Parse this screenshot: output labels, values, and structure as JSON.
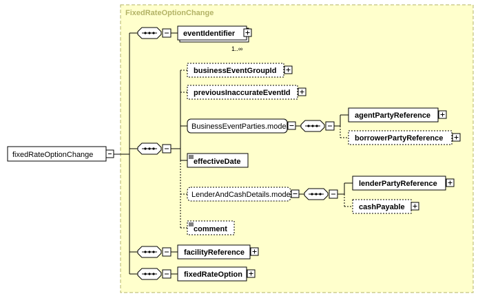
{
  "complex_type": {
    "name": "FixedRateOptionChange"
  },
  "root_element": {
    "name": "fixedRateOptionChange"
  },
  "elements": {
    "event_identifier": {
      "name": "eventIdentifier",
      "occurrence": "1..∞"
    },
    "business_event_group_id": {
      "name": "businessEventGroupId"
    },
    "previous_inaccurate_event_id": {
      "name": "previousInaccurateEventId"
    },
    "business_event_parties_model": {
      "name": "BusinessEventParties.model"
    },
    "agent_party_reference": {
      "name": "agentPartyReference"
    },
    "borrower_party_reference": {
      "name": "borrowerPartyReference"
    },
    "effective_date": {
      "name": "effectiveDate"
    },
    "lender_and_cash_details_model": {
      "name": "LenderAndCashDetails.model"
    },
    "lender_party_reference": {
      "name": "lenderPartyReference"
    },
    "cash_payable": {
      "name": "cashPayable"
    },
    "comment": {
      "name": "comment"
    },
    "facility_reference": {
      "name": "facilityReference"
    },
    "fixed_rate_option": {
      "name": "fixedRateOption"
    }
  },
  "colors": {
    "complex_type_fill": "#ffffcc",
    "complex_type_border": "#b3b366",
    "title": "#b3b366",
    "box_border": "#000000",
    "connector": "#000000"
  }
}
